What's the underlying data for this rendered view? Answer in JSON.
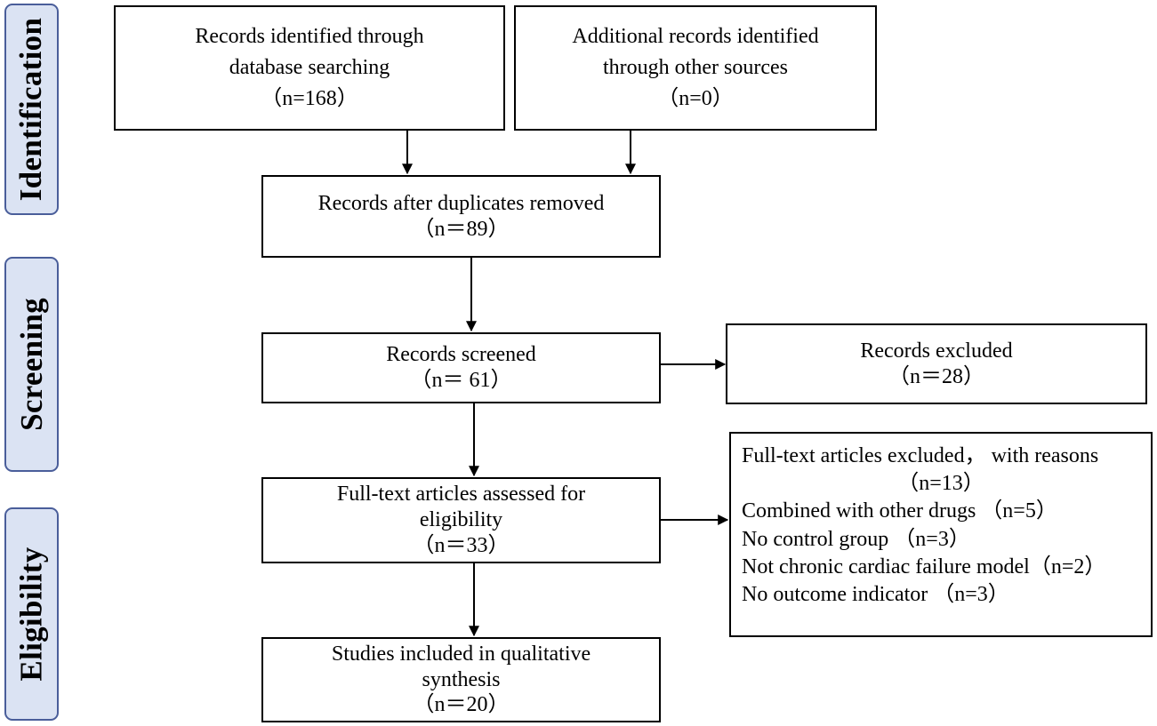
{
  "stages": [
    {
      "label": "Identification"
    },
    {
      "label": "Screening"
    },
    {
      "label": "Eligibility"
    }
  ],
  "boxes": {
    "db_search": {
      "lines": [
        "Records identified through",
        "database searching",
        "（n=168）"
      ]
    },
    "other_sources": {
      "lines": [
        "Additional records identified",
        "through other sources",
        "（n=0）"
      ]
    },
    "duplicates_removed": {
      "lines": [
        "Records after duplicates removed",
        "（n＝89）"
      ]
    },
    "screened": {
      "lines": [
        "Records screened",
        "（n＝ 61）"
      ]
    },
    "excluded": {
      "lines": [
        "Records excluded",
        "（n＝28）"
      ]
    },
    "full_text": {
      "lines": [
        "Full-text articles assessed for",
        "eligibility",
        "（n＝33）"
      ]
    },
    "full_text_excluded": {
      "heading": "Full-text articles excluded，  with reasons",
      "count": "（n=13）",
      "reasons": [
        "Combined with other drugs （n=5）",
        "No control group （n=3）",
        "Not chronic cardiac failure model（n=2）",
        "No outcome indicator （n=3）"
      ]
    },
    "included": {
      "lines": [
        "Studies included in qualitative",
        "synthesis",
        "（n＝20）"
      ]
    }
  },
  "colors": {
    "stage_fill": "#dbe3f3",
    "stage_border": "#4a5e9a",
    "box_border": "#000000",
    "arrow": "#000000"
  }
}
